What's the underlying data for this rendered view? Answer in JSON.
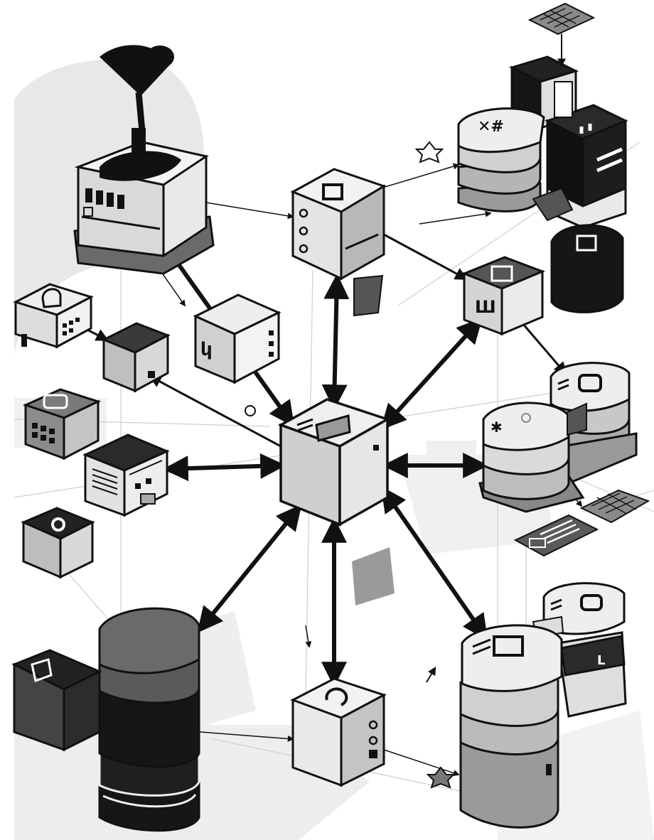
{
  "palette": {
    "background": "#ffffff",
    "shadow": "#e6e6e6",
    "ink": "#111111",
    "node_light": "#e9e9e9",
    "node_mid": "#b5b5b5",
    "node_dark": "#6a6a6a",
    "node_black": "#161616"
  },
  "nodes": [
    {
      "id": "central-hub",
      "kind": "cube",
      "tone": "light",
      "icon": "panel-icon"
    },
    {
      "id": "top-left-device",
      "kind": "stack",
      "tone": "light",
      "icon": "slots-icon",
      "layers": 2
    },
    {
      "id": "top-center-cube",
      "kind": "cube",
      "tone": "light",
      "icon": "square-icon"
    },
    {
      "id": "top-right-stack",
      "kind": "stack",
      "tone": "mid",
      "icon": "hash-icon",
      "layers": 3
    },
    {
      "id": "top-right-tower",
      "kind": "stack",
      "tone": "black",
      "icon": "stripes-icon",
      "layers": 3
    },
    {
      "id": "right-black-cylinder",
      "kind": "stack",
      "tone": "black",
      "icon": "square-icon",
      "layers": 1
    },
    {
      "id": "right-small-cube",
      "kind": "cube",
      "tone": "dark",
      "icon": "square-icon"
    },
    {
      "id": "right-upper-stack",
      "kind": "stack",
      "tone": "light",
      "icon": "square-icon",
      "layers": 3
    },
    {
      "id": "right-middle-stack",
      "kind": "stack",
      "tone": "mid",
      "icon": "star-icon",
      "layers": 3
    },
    {
      "id": "left-middle-cube",
      "kind": "cube",
      "tone": "light",
      "icon": "glyph-icon"
    },
    {
      "id": "left-small-cube",
      "kind": "cube",
      "tone": "mid",
      "icon": "dot-icon"
    },
    {
      "id": "left-router",
      "kind": "stack",
      "tone": "light",
      "icon": "plug-icon",
      "layers": 1
    },
    {
      "id": "left-grid-box",
      "kind": "cube",
      "tone": "mid",
      "icon": "grid-icon"
    },
    {
      "id": "left-vented-box",
      "kind": "cube",
      "tone": "light",
      "icon": "vent-icon"
    },
    {
      "id": "left-dark-block",
      "kind": "cube",
      "tone": "mid",
      "icon": "ring-icon"
    },
    {
      "id": "bottom-left-tower",
      "kind": "stack",
      "tone": "black",
      "icon": "none",
      "layers": 5
    },
    {
      "id": "bottom-left-edge-block",
      "kind": "cube",
      "tone": "black",
      "icon": "square-icon"
    },
    {
      "id": "bottom-center-cube",
      "kind": "cube",
      "tone": "light",
      "icon": "cycle-icon"
    },
    {
      "id": "bottom-right-tower",
      "kind": "stack",
      "tone": "light",
      "icon": "panel-icon",
      "layers": 5
    },
    {
      "id": "bottom-right-small-stack",
      "kind": "stack",
      "tone": "light",
      "icon": "square-icon",
      "layers": 2
    },
    {
      "id": "chip-top",
      "kind": "chip",
      "tone": "mid",
      "icon": "grid-icon"
    },
    {
      "id": "chip-right",
      "kind": "chip",
      "tone": "mid",
      "icon": "grid-icon"
    },
    {
      "id": "panel-right",
      "kind": "panel",
      "tone": "dark",
      "icon": "lines-icon"
    },
    {
      "id": "lamp",
      "kind": "lamp",
      "tone": "black",
      "icon": "lamp-icon"
    }
  ],
  "connections": [
    {
      "from": "central-hub",
      "to": "top-left-device",
      "weight": "heavy"
    },
    {
      "from": "central-hub",
      "to": "top-center-cube",
      "weight": "heavy"
    },
    {
      "from": "central-hub",
      "to": "right-small-cube",
      "weight": "heavy"
    },
    {
      "from": "central-hub",
      "to": "right-middle-stack",
      "weight": "heavy"
    },
    {
      "from": "central-hub",
      "to": "bottom-right-tower",
      "weight": "heavy"
    },
    {
      "from": "central-hub",
      "to": "bottom-center-cube",
      "weight": "heavy"
    },
    {
      "from": "central-hub",
      "to": "bottom-left-tower",
      "weight": "heavy"
    },
    {
      "from": "central-hub",
      "to": "left-vented-box",
      "weight": "heavy"
    },
    {
      "from": "central-hub",
      "to": "left-small-cube",
      "weight": "medium"
    },
    {
      "from": "top-center-cube",
      "to": "right-small-cube",
      "weight": "medium"
    },
    {
      "from": "top-center-cube",
      "to": "top-right-stack",
      "weight": "thin"
    },
    {
      "from": "right-small-cube",
      "to": "right-upper-stack",
      "weight": "medium"
    },
    {
      "from": "top-left-device",
      "to": "top-center-cube",
      "weight": "thin"
    },
    {
      "from": "left-router",
      "to": "left-small-cube",
      "weight": "medium"
    },
    {
      "from": "chip-top",
      "to": "top-right-tower",
      "weight": "thin"
    },
    {
      "from": "bottom-center-cube",
      "to": "bottom-right-tower",
      "weight": "thin"
    },
    {
      "from": "bottom-left-tower",
      "to": "bottom-center-cube",
      "weight": "thin"
    },
    {
      "from": "right-middle-stack",
      "to": "chip-right",
      "weight": "thin"
    }
  ]
}
